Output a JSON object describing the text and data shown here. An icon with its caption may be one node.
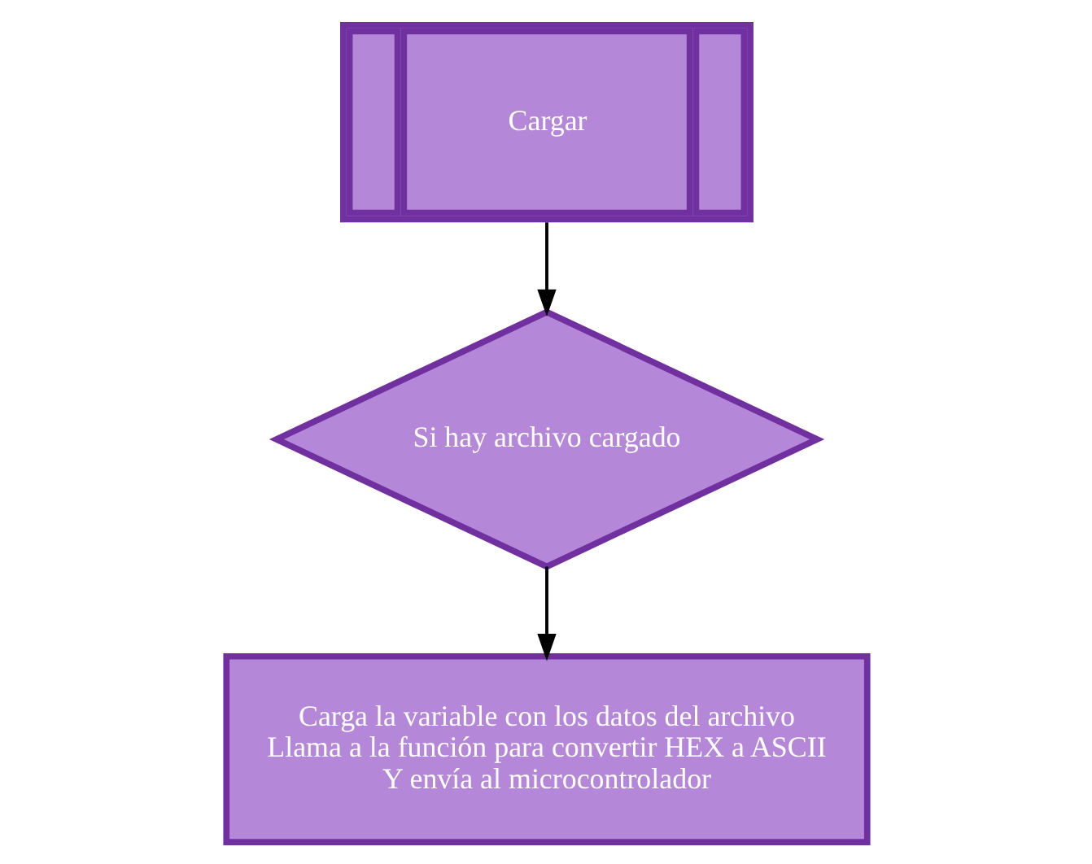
{
  "diagram": {
    "nodes": [
      {
        "text": [
          "Cargar"
        ]
      },
      {
        "text": [
          "Si hay archivo cargado"
        ]
      },
      {
        "text": [
          "Carga la variable con los datos del archivo",
          "Llama a la función para convertir HEX a ASCII",
          "Y envía al microcontrolador"
        ]
      }
    ],
    "edges": [
      {
        "from": 0,
        "to": 1,
        "arrow": "to"
      },
      {
        "from": 1,
        "to": 2,
        "arrow": "to"
      }
    ]
  }
}
